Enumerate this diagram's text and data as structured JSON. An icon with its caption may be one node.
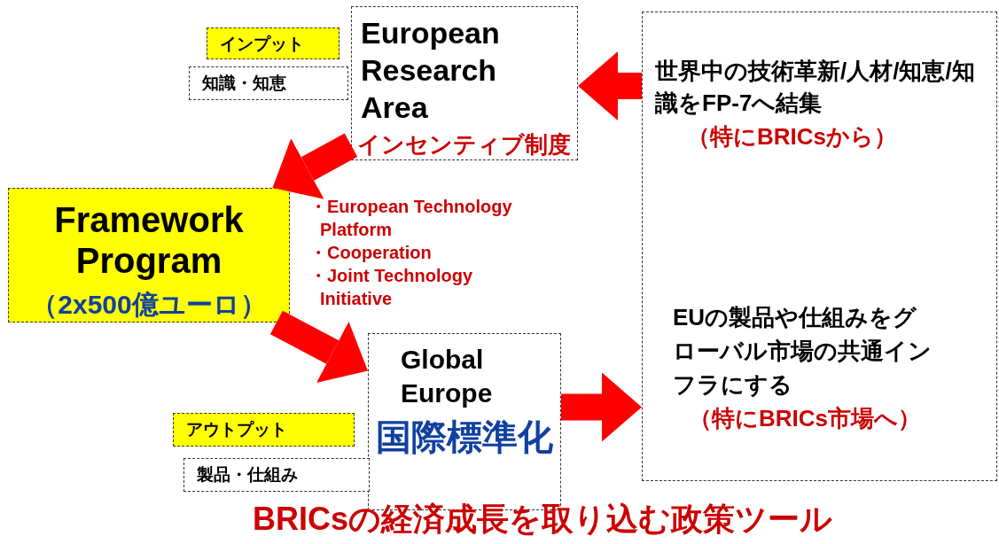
{
  "diagram": {
    "nodes": [
      {
        "text": [
          "European Research Area",
          "インセンティブ制度"
        ]
      },
      {
        "text": [
          "世界中の技術革新/人材/知恵/知識をFP-7へ結集",
          "（特にBRICsから）",
          "EUの製品や仕組みをグローバル市場の共通インフラにする",
          "（特にBRICs市場へ）"
        ]
      },
      {
        "text": [
          "インプット"
        ]
      },
      {
        "text": [
          "知識・知恵"
        ]
      },
      {
        "text": [
          "Framework Program",
          "（2x500億ユーロ）"
        ]
      },
      {
        "text": [
          "Global Europe",
          "国際標準化"
        ]
      },
      {
        "text": [
          "アウトプット"
        ]
      },
      {
        "text": [
          "製品・仕組み"
        ]
      }
    ],
    "edges": [
      {
        "from": 1,
        "to": 0,
        "arrow": "to"
      },
      {
        "from": 0,
        "to": 4,
        "arrow": "to"
      },
      {
        "from": 4,
        "to": 5,
        "arrow": "to"
      },
      {
        "from": 5,
        "to": 1,
        "arrow": "to"
      }
    ],
    "labels": [
      "・European Technology Platform",
      "・Cooperation",
      "・Joint Technology Initiative",
      "BRICsの経済成長を取り込む政策ツール"
    ]
  }
}
